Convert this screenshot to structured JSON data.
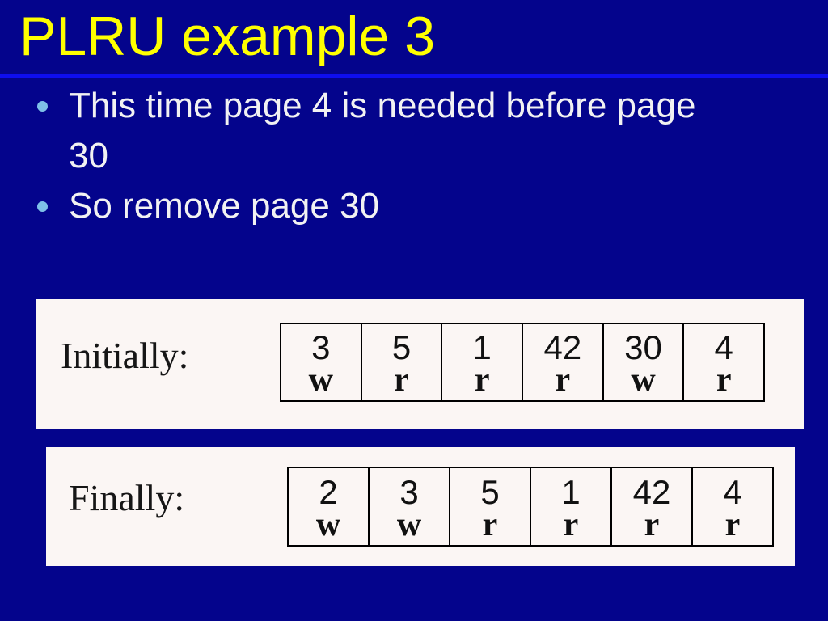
{
  "slide": {
    "title": "PLRU example 3",
    "bullets": [
      "This time page 4 is needed before page 30",
      "So remove page 30"
    ]
  },
  "panels": [
    {
      "label": "Initially:",
      "cells": [
        {
          "page": "3",
          "op": "w"
        },
        {
          "page": "5",
          "op": "r"
        },
        {
          "page": "1",
          "op": "r"
        },
        {
          "page": "42",
          "op": "r"
        },
        {
          "page": "30",
          "op": "w"
        },
        {
          "page": "4",
          "op": "r"
        }
      ]
    },
    {
      "label": "Finally:",
      "cells": [
        {
          "page": "2",
          "op": "w"
        },
        {
          "page": "3",
          "op": "w"
        },
        {
          "page": "5",
          "op": "r"
        },
        {
          "page": "1",
          "op": "r"
        },
        {
          "page": "42",
          "op": "r"
        },
        {
          "page": "4",
          "op": "r"
        }
      ]
    }
  ],
  "colors": {
    "background": "#04048C",
    "title": "#FFFF00",
    "divider": "#0E0EEF",
    "bullet_dot": "#7EC0E8",
    "body_text": "#F2F2F2",
    "panel_background": "#FBF6F4",
    "table_border": "#000000",
    "cell_text": "#111111"
  }
}
